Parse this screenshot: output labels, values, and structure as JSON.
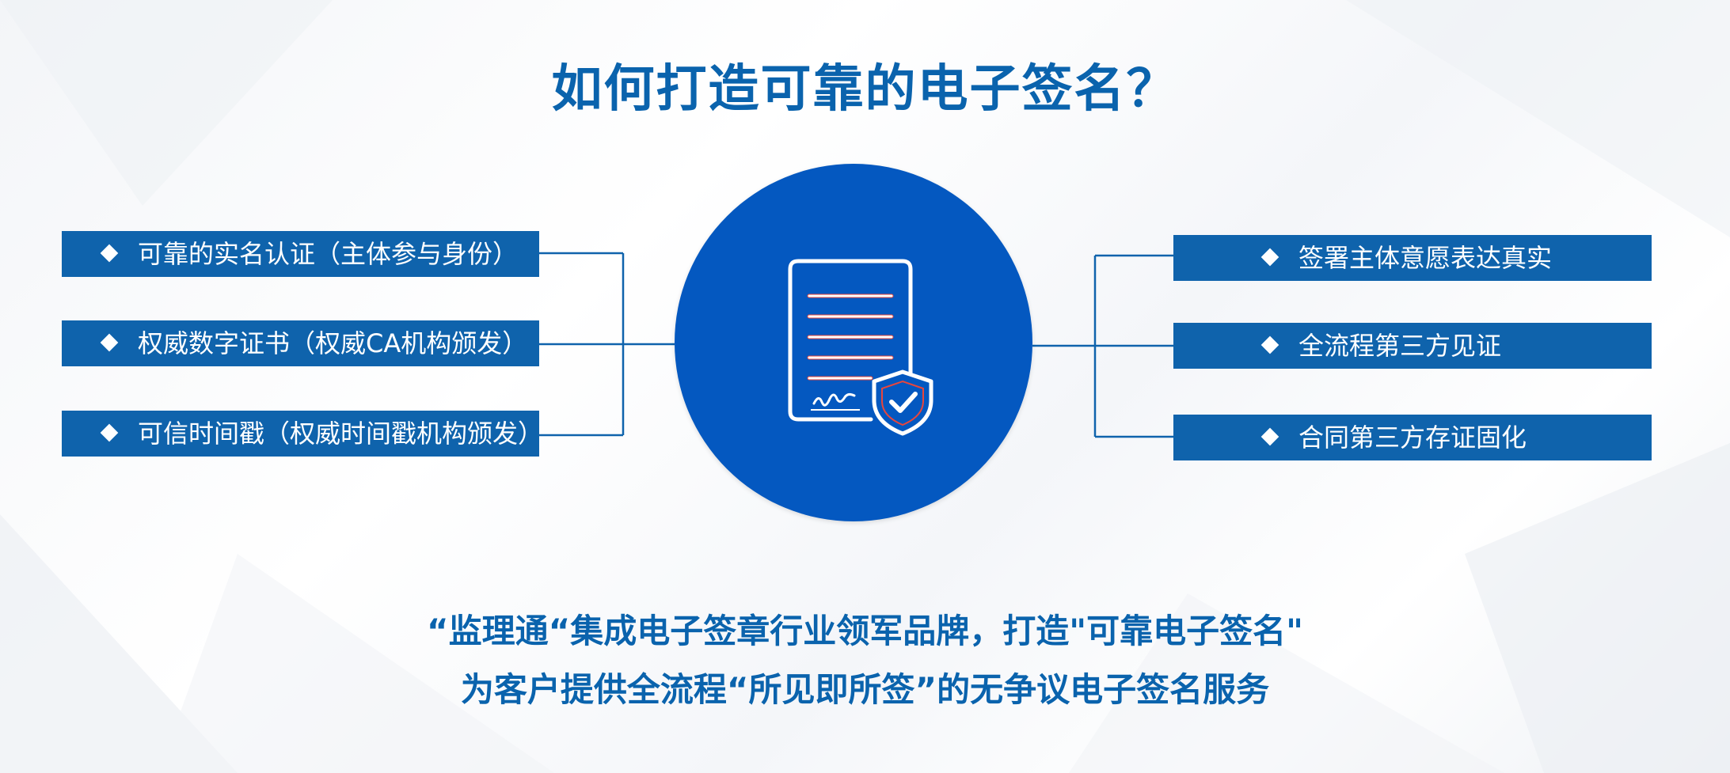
{
  "title": "如何打造可靠的电子签名？",
  "left_items": [
    "可靠的实名认证（主体参与身份）",
    "权威数字证书（权威CA机构颁发）",
    "可信时间戳（权威时间戳机构颁发）"
  ],
  "right_items": [
    "签署主体意愿表达真实",
    "全流程第三方见证",
    "合同第三方存证固化"
  ],
  "center_icon": "signed-document-shield-check-icon",
  "footer": {
    "line1": "“监理通“集成电子签章行业领军品牌，打造\"可靠电子签名\"",
    "line2": "为客户提供全流程“所见即所签”的无争议电子签名服务"
  },
  "colors": {
    "primary": "#0a63ad",
    "bar": "#0f63ac",
    "circle": "#0458c0",
    "accent_red": "#e8463c",
    "white": "#ffffff"
  }
}
